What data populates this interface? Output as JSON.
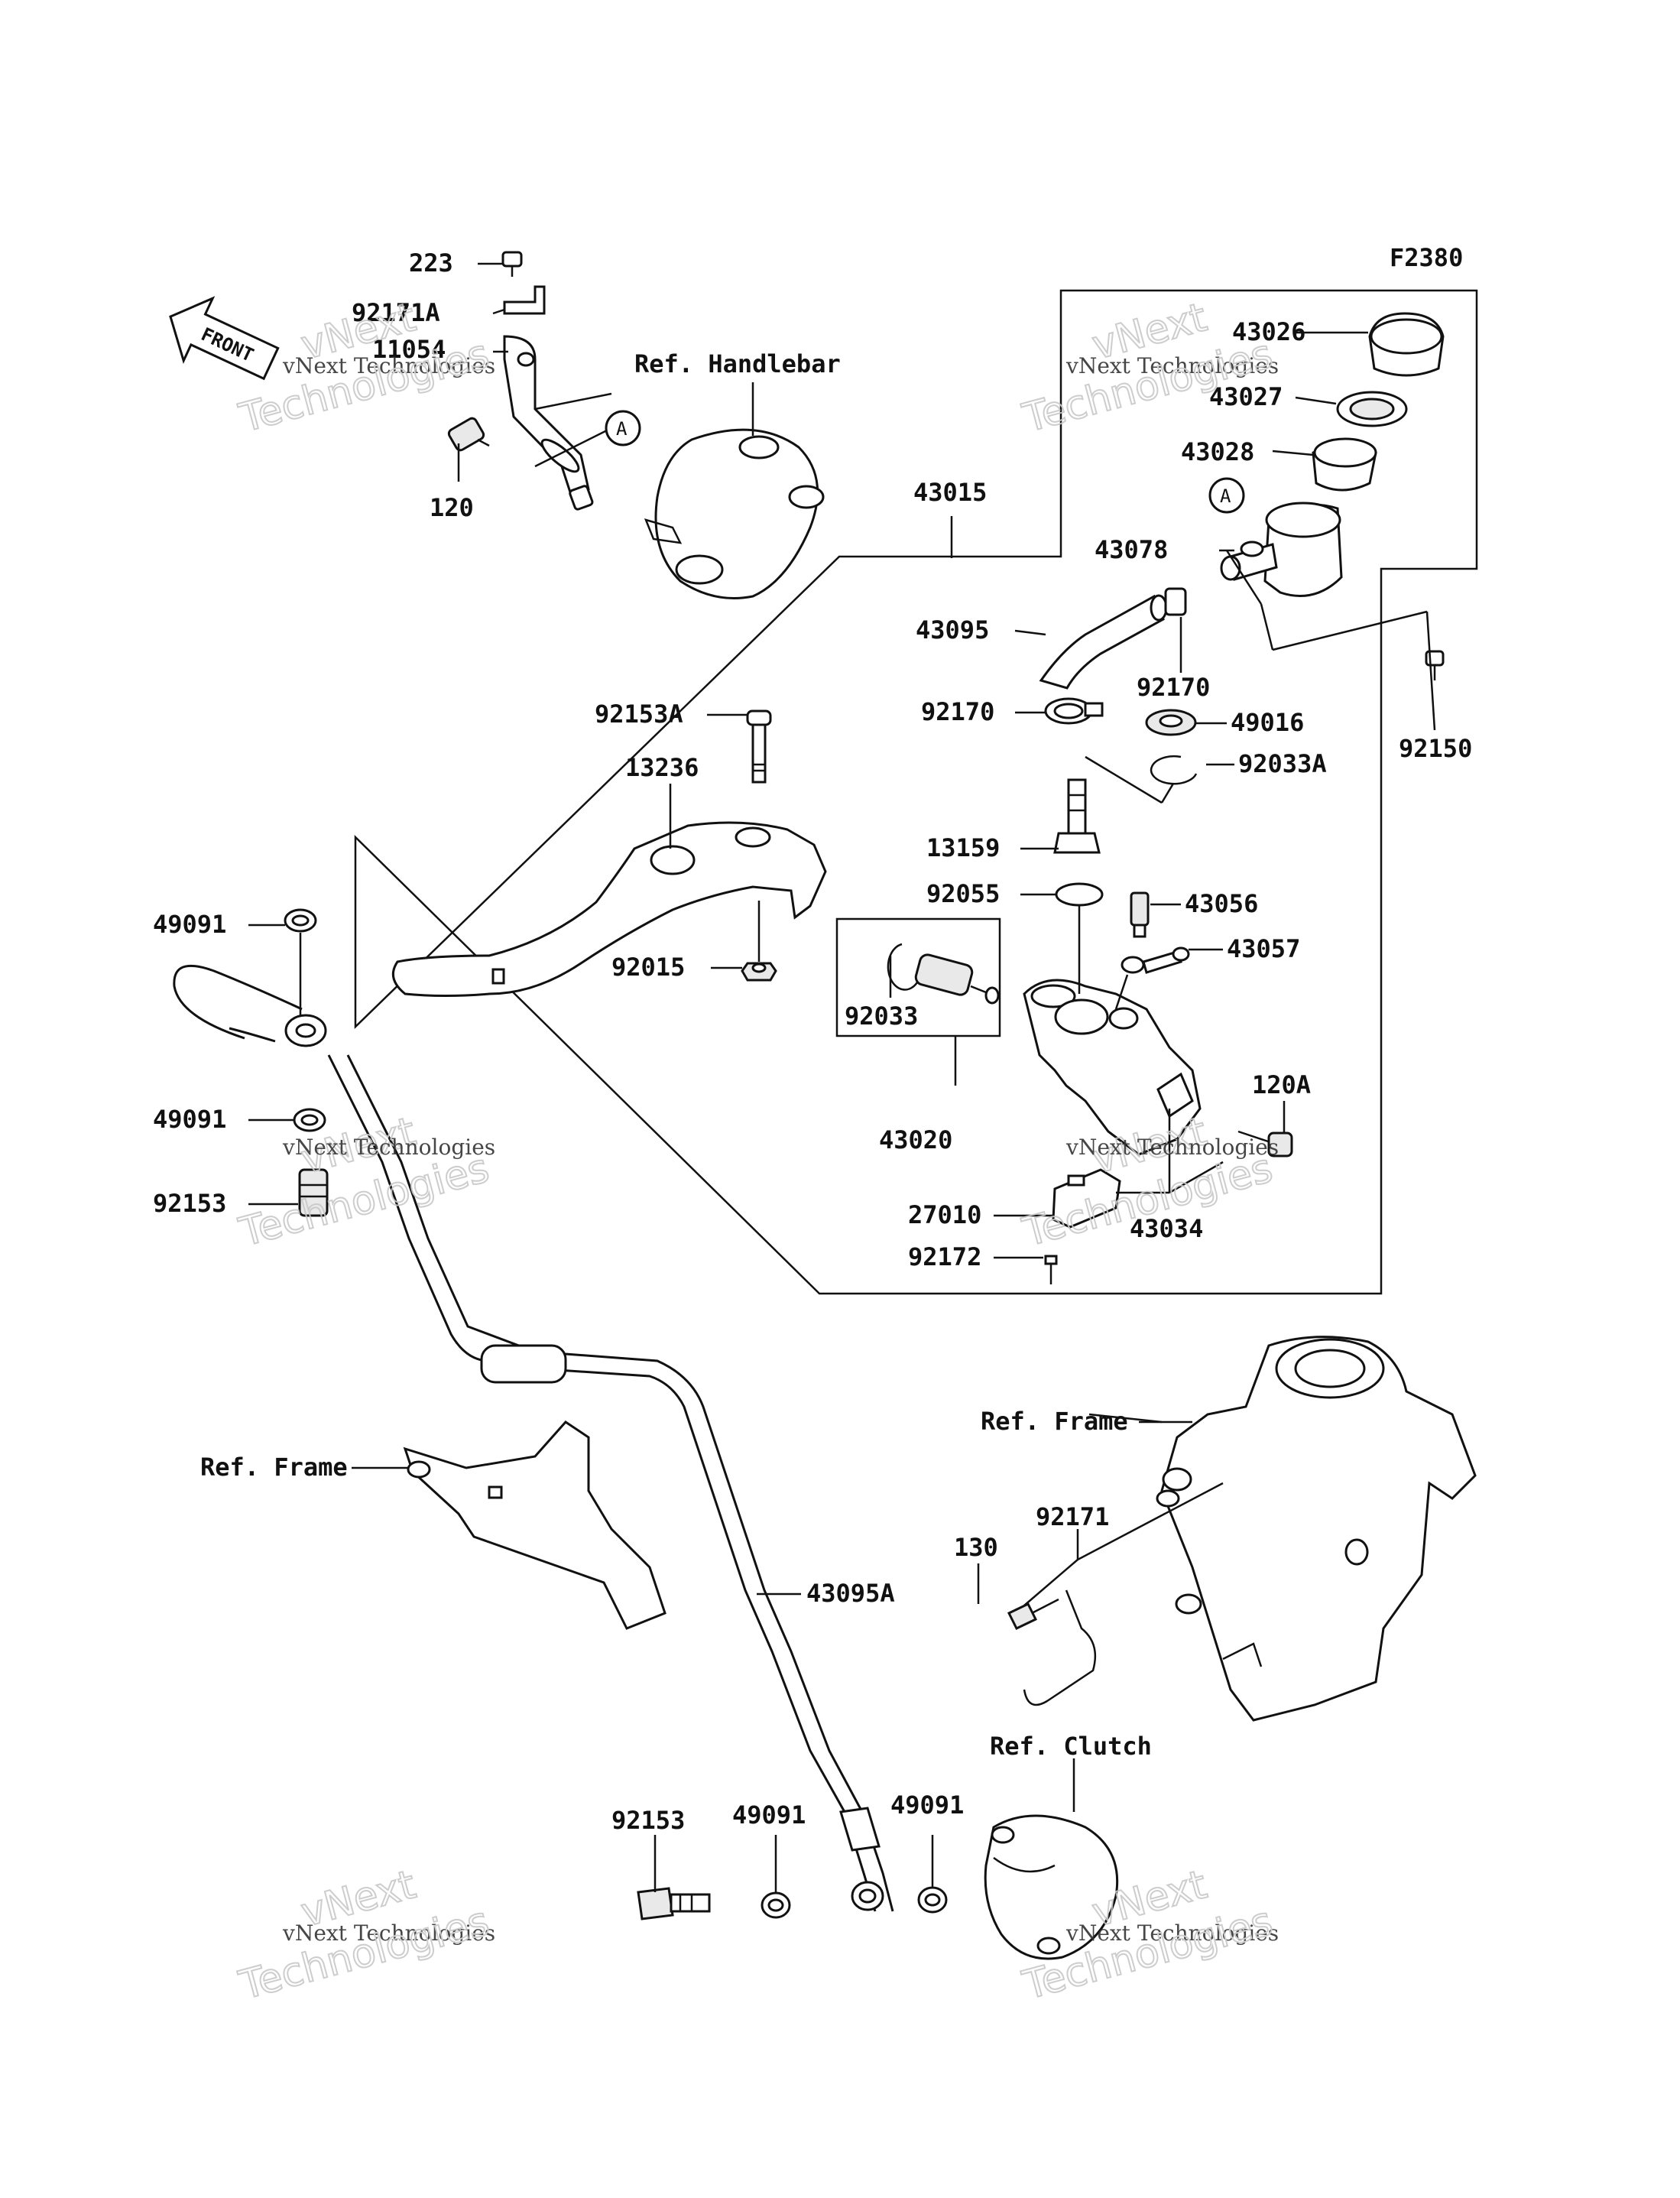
{
  "figure_code": "F2380",
  "front_label": "FRONT",
  "reference_labels": {
    "handlebar": "Ref. Handlebar",
    "frame_right": "Ref. Frame",
    "frame_left": "Ref. Frame",
    "clutch": "Ref. Clutch"
  },
  "callout_tag": "A",
  "parts": [
    {
      "key": "p223",
      "number": "223"
    },
    {
      "key": "p92171A",
      "number": "92171A"
    },
    {
      "key": "p11054",
      "number": "11054"
    },
    {
      "key": "p120",
      "number": "120"
    },
    {
      "key": "p43015",
      "number": "43015"
    },
    {
      "key": "p43026",
      "number": "43026"
    },
    {
      "key": "p43027",
      "number": "43027"
    },
    {
      "key": "p43028",
      "number": "43028"
    },
    {
      "key": "p43078",
      "number": "43078"
    },
    {
      "key": "p43095",
      "number": "43095"
    },
    {
      "key": "p92170a",
      "number": "92170"
    },
    {
      "key": "p92170b",
      "number": "92170"
    },
    {
      "key": "p49016",
      "number": "49016"
    },
    {
      "key": "p92033A",
      "number": "92033A"
    },
    {
      "key": "p92150",
      "number": "92150"
    },
    {
      "key": "p92153A",
      "number": "92153A"
    },
    {
      "key": "p13236",
      "number": "13236"
    },
    {
      "key": "p13159",
      "number": "13159"
    },
    {
      "key": "p92055",
      "number": "92055"
    },
    {
      "key": "p43056",
      "number": "43056"
    },
    {
      "key": "p43057",
      "number": "43057"
    },
    {
      "key": "p92015",
      "number": "92015"
    },
    {
      "key": "p92033",
      "number": "92033"
    },
    {
      "key": "p43020",
      "number": "43020"
    },
    {
      "key": "p120A",
      "number": "120A"
    },
    {
      "key": "p27010",
      "number": "27010"
    },
    {
      "key": "p43034",
      "number": "43034"
    },
    {
      "key": "p92172",
      "number": "92172"
    },
    {
      "key": "p49091a",
      "number": "49091"
    },
    {
      "key": "p49091b",
      "number": "49091"
    },
    {
      "key": "p92153a",
      "number": "92153"
    },
    {
      "key": "p92171",
      "number": "92171"
    },
    {
      "key": "p130",
      "number": "130"
    },
    {
      "key": "p43095A",
      "number": "43095A"
    },
    {
      "key": "p92153b",
      "number": "92153"
    },
    {
      "key": "p49091c",
      "number": "49091"
    },
    {
      "key": "p49091d",
      "number": "49091"
    }
  ],
  "watermark": {
    "line1": "vNext",
    "line2": "vNext Technologies",
    "line3": "Technologies"
  }
}
